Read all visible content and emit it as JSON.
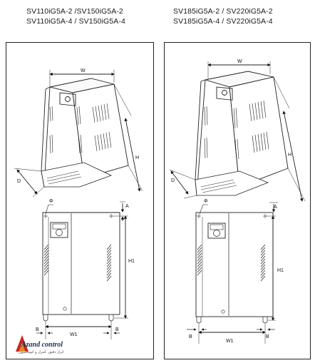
{
  "header_left": {
    "line1": "SV110iG5A-2 /SV150iG5A-2",
    "line2": "SV110iG5A-4 / SV150iG5A-4"
  },
  "header_right": {
    "line1": "SV185iG5A-2 / SV220iG5A-2",
    "line2": "SV185iG5A-4 / SV220iG5A-4"
  },
  "dimensions": {
    "width": "W",
    "height": "H",
    "depth": "D",
    "height1": "H1",
    "width1": "W1",
    "a": "A",
    "b": "B",
    "phi": "Φ"
  },
  "logo": {
    "name": "Azand control",
    "tagline": "ابزار دقیق، کنترل و اتوماسیون"
  },
  "colors": {
    "line": "#222222",
    "logo_red": "#c8261e",
    "logo_orange": "#e58a1f",
    "logo_navy": "#1a2f5a"
  }
}
